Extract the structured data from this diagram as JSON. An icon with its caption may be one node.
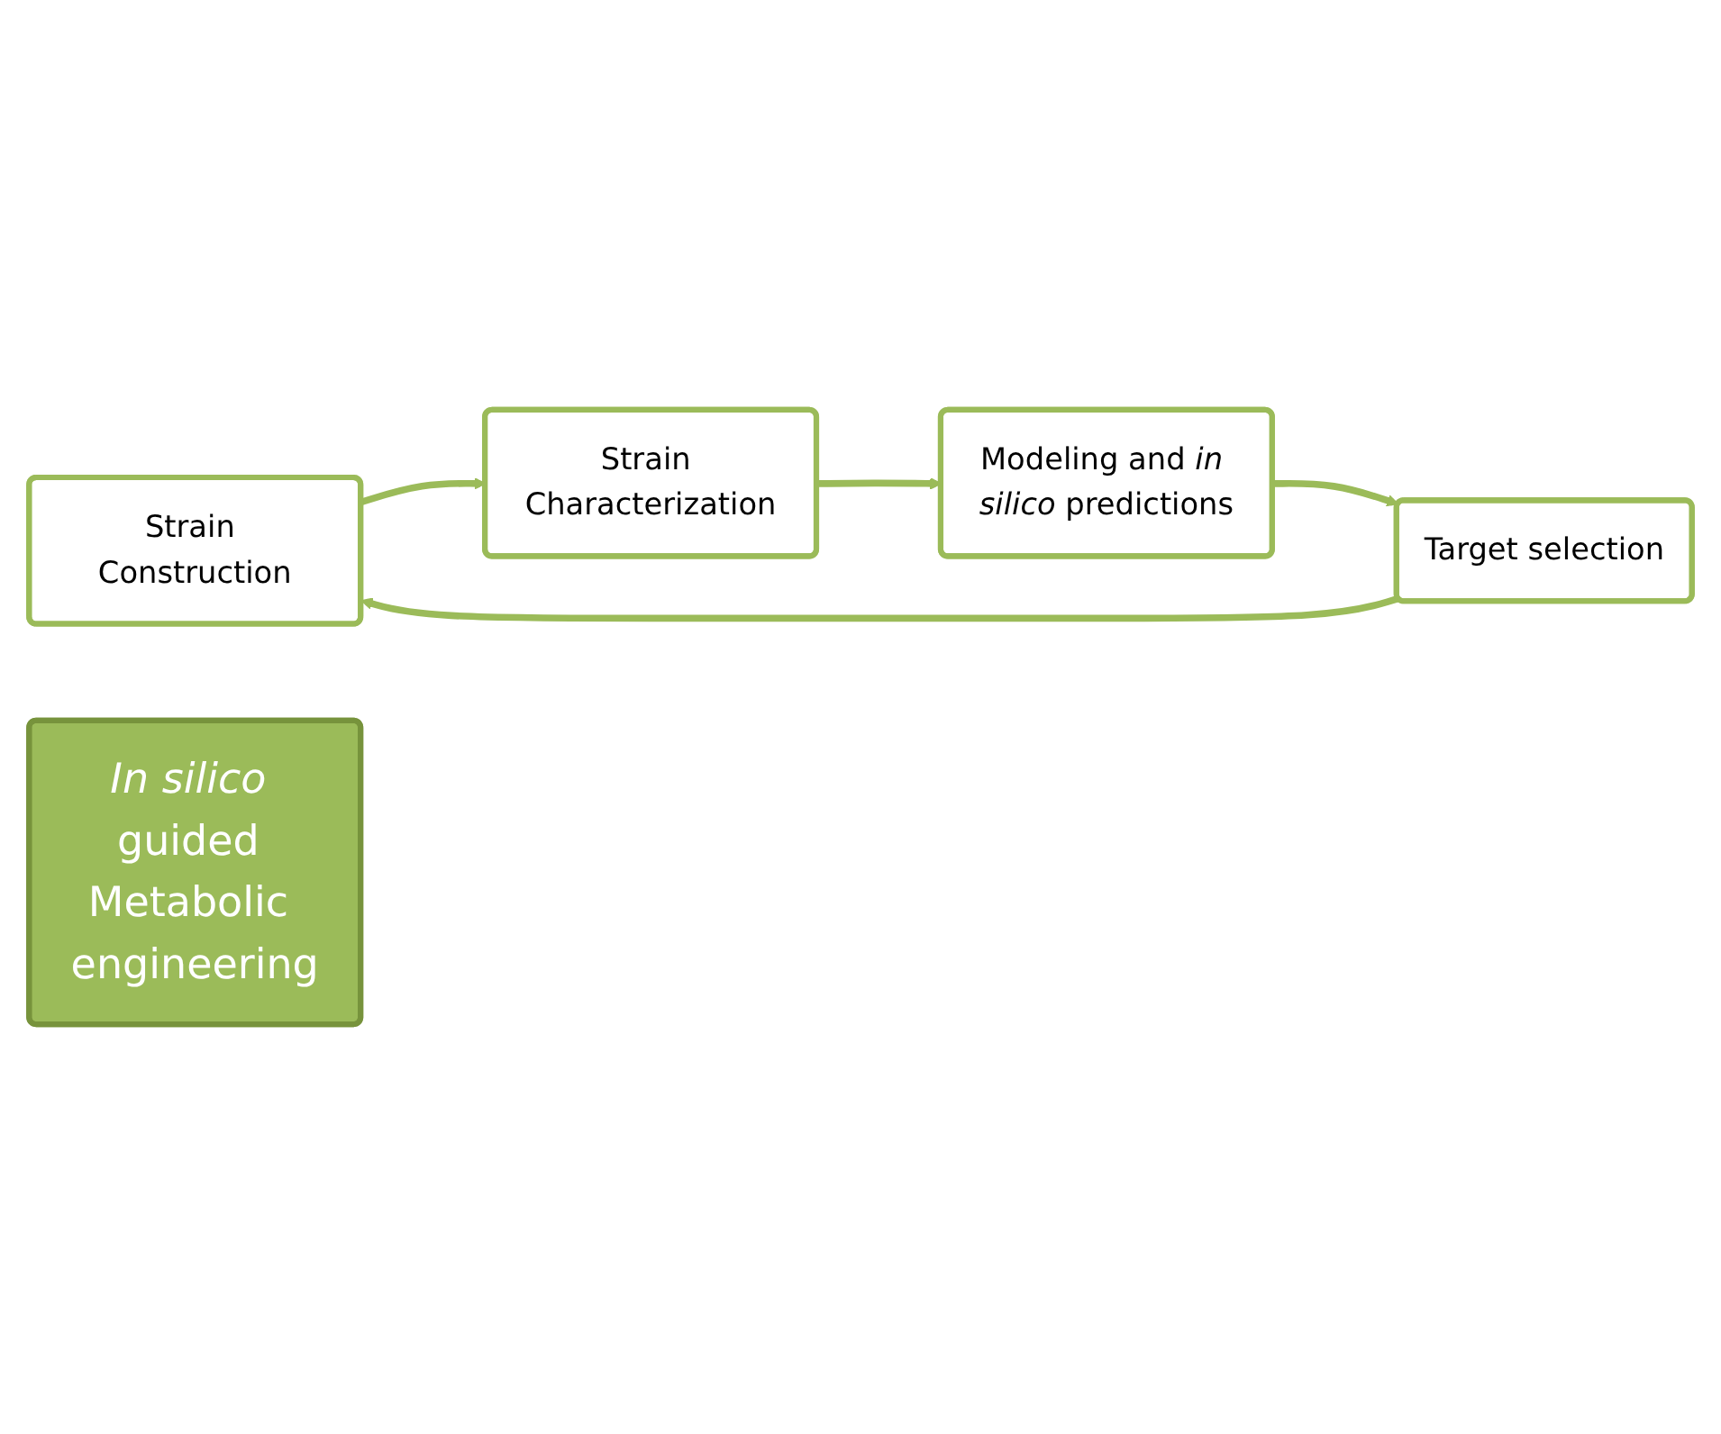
{
  "diagram": {
    "nodes": [
      {
        "text": [
          "Strain Construction"
        ]
      },
      {
        "text": [
          "Target selection"
        ]
      },
      {
        "text": [
          "*In silico* guided Metabolic engineering"
        ]
      },
      {
        "text": [
          "Strain Characterization"
        ]
      },
      {
        "text": [
          "Modeling and *in silico* predictions"
        ]
      }
    ],
    "edges": [
      {
        "from": 1,
        "to": 0,
        "arrow": "to"
      },
      {
        "from": 0,
        "to": 3,
        "arrow": "to"
      },
      {
        "from": 3,
        "to": 4,
        "arrow": "to"
      },
      {
        "from": 4,
        "to": 1,
        "arrow": "to"
      }
    ]
  }
}
